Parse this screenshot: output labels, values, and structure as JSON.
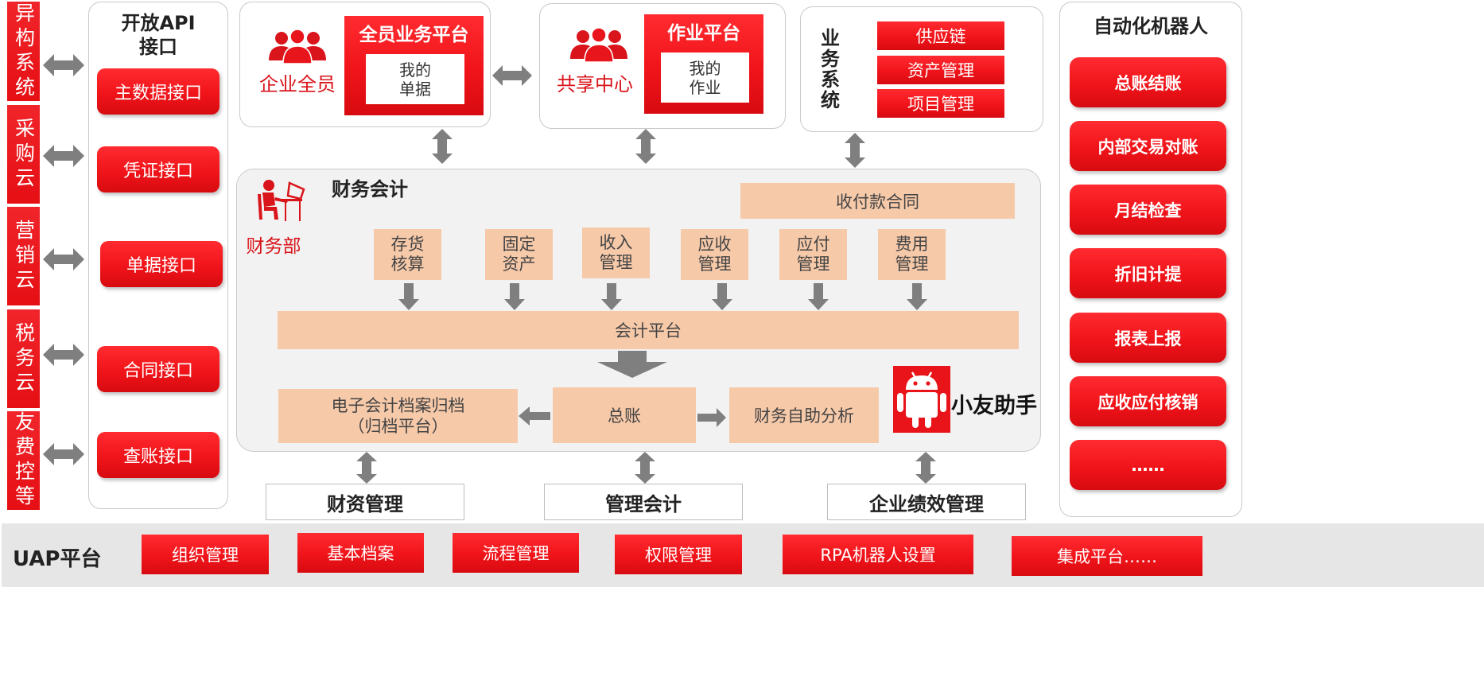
{
  "left_clouds": [
    "异构系统",
    "采购云",
    "营销云",
    "税务云",
    "友费控等"
  ],
  "api": {
    "title_line1": "开放API",
    "title_line2": "接口",
    "items": [
      "主数据接口",
      "凭证接口",
      "单据接口",
      "合同接口",
      "查账接口"
    ]
  },
  "top": {
    "employee": {
      "label": "企业全员",
      "platform_title": "全员业务平台",
      "platform_body": "我的\n单据"
    },
    "shared": {
      "label": "共享中心",
      "platform_title": "作业平台",
      "platform_body": "我的\n作业"
    },
    "business": {
      "title": "业务系统",
      "items": [
        "供应链",
        "资产管理",
        "项目管理"
      ]
    }
  },
  "finance": {
    "dept": "财务部",
    "title": "财务会计",
    "contract": "收付款合同",
    "modules": [
      "存货\n核算",
      "固定\n资产",
      "收入\n管理",
      "应收\n管理",
      "应付\n管理",
      "费用\n管理"
    ],
    "platform": "会计平台",
    "archive": "电子会计档案归档\n（归档平台）",
    "ledger": "总账",
    "analysis": "财务自助分析",
    "assistant": "小友助手"
  },
  "bottom_modules": [
    "财资管理",
    "管理会计",
    "企业绩效管理"
  ],
  "robot": {
    "title": "自动化机器人",
    "items": [
      "总账结账",
      "内部交易对账",
      "月结检查",
      "折旧计提",
      "报表上报",
      "应收应付核销",
      "……"
    ]
  },
  "uap": {
    "title": "UAP平台",
    "items": [
      "组织管理",
      "基本档案",
      "流程管理",
      "权限管理",
      "RPA机器人设置",
      "集成平台……"
    ]
  },
  "colors": {
    "red": "#e81419",
    "peach": "#f6c9a9",
    "gray_arrow": "#7f7f7f",
    "panel_bg": "#f2f2f2",
    "uap_bg": "#e6e6e6"
  }
}
